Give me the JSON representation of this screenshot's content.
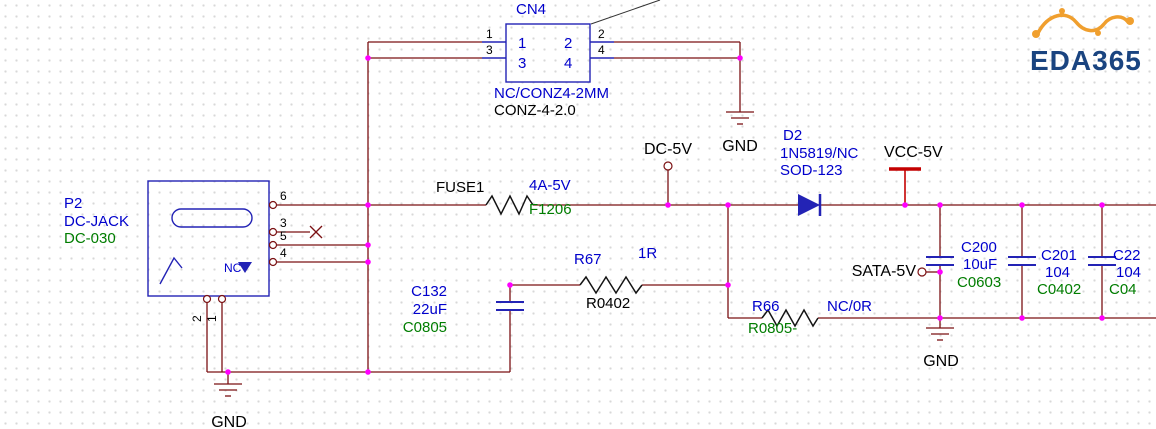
{
  "colors": {
    "wire": "#7b1113",
    "symbol_blue": "#2323b5",
    "text_blue": "#0000cc",
    "text_green": "#007d00",
    "text_black": "#000000",
    "junction": "#ff00ff",
    "power_red": "#c40000",
    "logo_navy": "#1a4480",
    "logo_orange": "#f09f2e"
  },
  "logo": {
    "brand": "EDA365"
  },
  "connector_cn4": {
    "designator": "CN4",
    "value": "NC/CONZ4-2MM",
    "footprint": "CONZ-4-2.0",
    "outer_pins": {
      "pin_1": "1",
      "pin_2": "2",
      "pin_3": "3",
      "pin_4": "4"
    },
    "inner_pins": {
      "pin_1": "1",
      "pin_2": "2",
      "pin_3": "3",
      "pin_4": "4"
    }
  },
  "jack_p2": {
    "designator": "P2",
    "value": "DC-JACK",
    "footprint": "DC-030",
    "nc_label": "NC",
    "pins": {
      "pin_6": "6",
      "pin_3": "3",
      "pin_5": "5",
      "pin_4": "4",
      "pin_2": "2",
      "pin_1": "1"
    }
  },
  "fuse_fuse1": {
    "designator": "FUSE1",
    "value": "4A-5V",
    "footprint": "F1206"
  },
  "diode_d2": {
    "designator": "D2",
    "value": "1N5819/NC",
    "package": "SOD-123"
  },
  "resistor_r67": {
    "designator": "R67",
    "value": "1R",
    "footprint": "R0402"
  },
  "capacitor_c132": {
    "designator": "C132",
    "value": "22uF",
    "footprint": "C0805"
  },
  "resistor_r66": {
    "designator": "R66",
    "value": "NC/0R",
    "footprint": "R0805-"
  },
  "capacitor_c200": {
    "designator": "C200",
    "value": "10uF",
    "footprint": "C0603"
  },
  "capacitor_c201": {
    "designator": "C201",
    "value": "104",
    "footprint": "C0402"
  },
  "capacitor_c22": {
    "designator": "C22",
    "value": "104",
    "footprint": "C04"
  },
  "net_labels": {
    "dc_5v": "DC-5V",
    "vcc_5v": "VCC-5V",
    "sata_5v": "SATA-5V",
    "gnd_cn4": "GND",
    "gnd_c200": "GND",
    "gnd_p2": "GND"
  }
}
